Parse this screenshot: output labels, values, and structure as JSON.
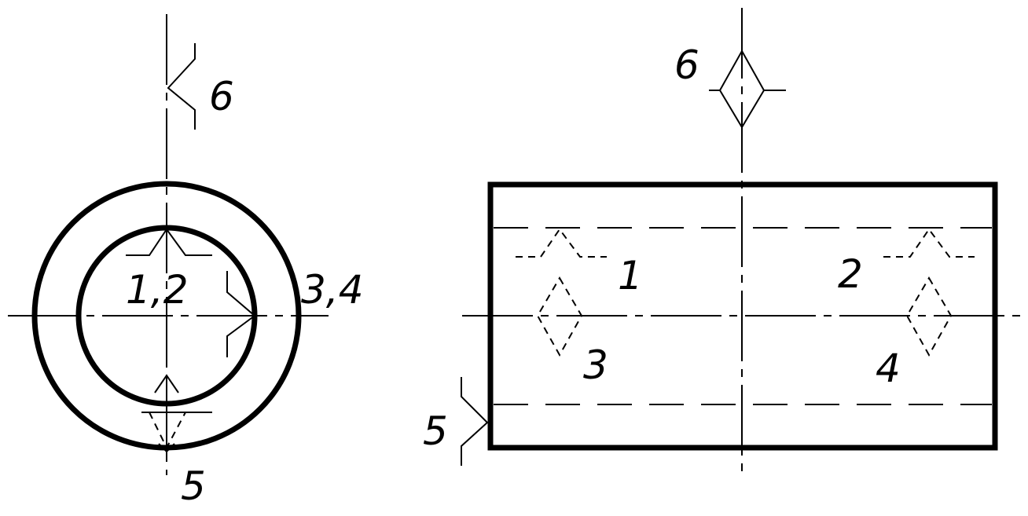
{
  "labels": {
    "left_6": "6",
    "left_12": "1,2",
    "left_34": "3,4",
    "left_5": "5",
    "right_6": "6",
    "right_1": "1",
    "right_2": "2",
    "right_3": "3",
    "right_4": "4",
    "right_5": "5"
  },
  "colors": {
    "line": "#000000",
    "background": "#ffffff"
  }
}
